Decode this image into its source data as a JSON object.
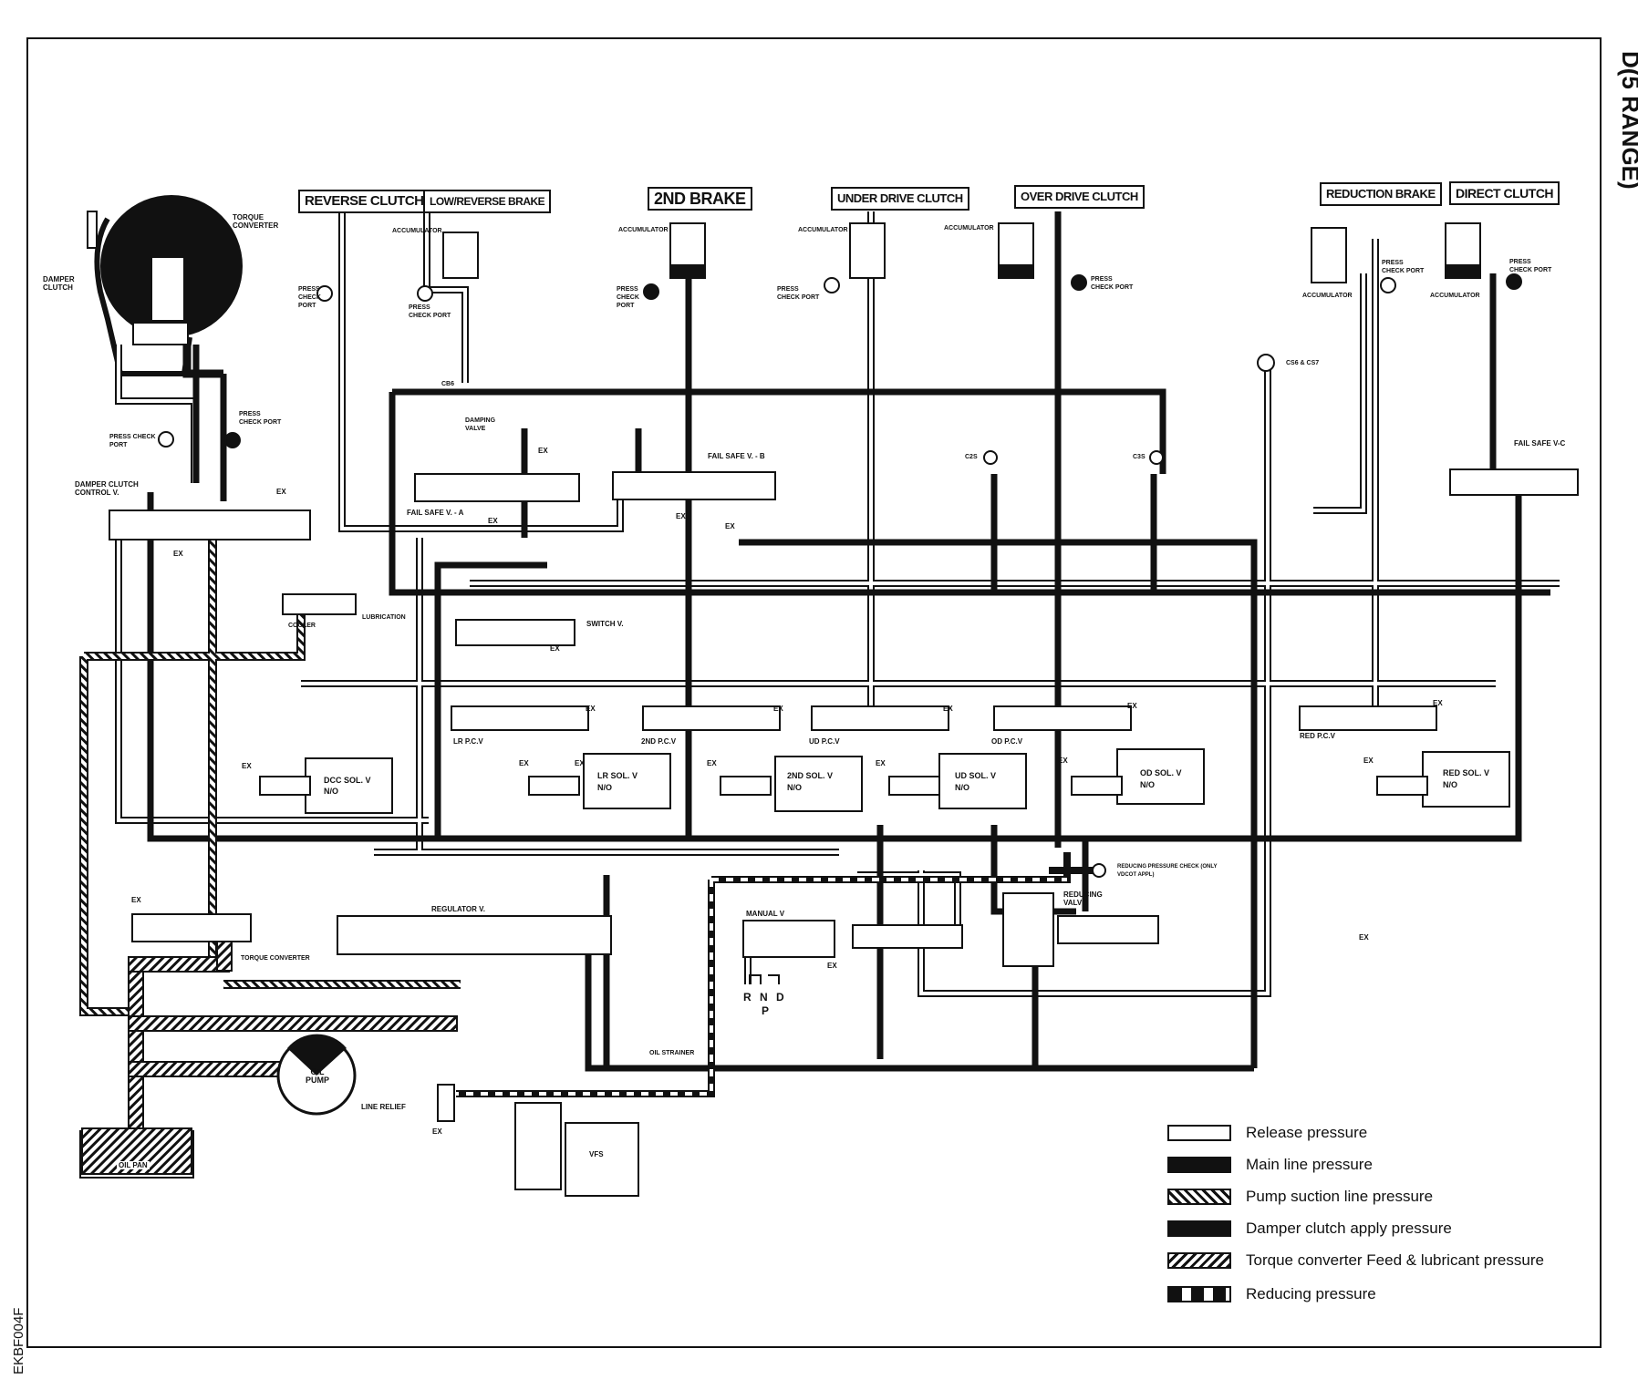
{
  "page": {
    "title": "D(5 RANGE)",
    "figure_code": "EKBF004F"
  },
  "headers": {
    "reverse_clutch": "REVERSE CLUTCH",
    "low_reverse_brake": "LOW/REVERSE BRAKE",
    "second_brake": "2ND BRAKE",
    "under_drive_clutch": "UNDER DRIVE CLUTCH",
    "over_drive_clutch": "OVER DRIVE CLUTCH",
    "reduction_brake": "REDUCTION BRAKE",
    "direct_clutch": "DIRECT CLUTCH"
  },
  "labels": {
    "torque_converter": "TORQUE CONVERTER",
    "damper_clutch": "DAMPER CLUTCH",
    "press_check_port": "PRESS CHECK PORT",
    "damper_clutch_control_v": "DAMPER CLUTCH CONTROL V.",
    "ex": "EX",
    "accumulator": "ACCUMULATOR",
    "cb6": "CB6",
    "damping_valve": "DAMPING VALVE",
    "fail_safe_a": "FAIL SAFE V. - A",
    "fail_safe_b": "FAIL SAFE V. - B",
    "fail_safe_c": "FAIL SAFE  V-C",
    "c2s": "C2S",
    "c3s": "C3S",
    "cs6_cs7": "CS6 & CS7",
    "cooler": "COOLER",
    "lubrication": "LUBRICATION",
    "switch_v": "SWITCH  V.",
    "lr_pcv": "LR P.C.V",
    "nd2_pcv": "2ND P.C.V",
    "ud_pcv": "UD P.C.V",
    "od_pcv": "OD P.C.V",
    "red_pcv": "RED P.C.V",
    "dcc_sol": "DCC SOL. V",
    "lr_sol": "LR SOL. V",
    "nd2_sol": "2ND SOL. V",
    "ud_sol": "UD SOL. V",
    "od_sol": "OD SOL. V",
    "red_sol": "RED SOL. V",
    "no": "N/O",
    "reducing_check": "REDUCING PRESSURE CHECK (ONLY VDCOT APPL)",
    "reducing_valve": "REDUCING VALVE",
    "regulator_v": "REGULATOR  V.",
    "manual_v": "MANUAL  V",
    "torque_converter_low": "TORQUE CONVERTER",
    "rnd": "R N D",
    "p": "P",
    "oil_strainer": "OIL STRAINER",
    "oil_pump": "OIL PUMP",
    "line_relief": "LINE RELIEF",
    "vfs": "VFS",
    "oil_pan": "OIL PAN"
  },
  "legend": [
    {
      "key": "release",
      "text": "Release pressure"
    },
    {
      "key": "main",
      "text": "Main line pressure"
    },
    {
      "key": "suction",
      "text": "Pump suction line pressure"
    },
    {
      "key": "damper",
      "text": "Damper clutch apply pressure"
    },
    {
      "key": "torque",
      "text": "Torque converter Feed & lubricant pressure"
    },
    {
      "key": "reduce",
      "text": "Reducing pressure"
    }
  ],
  "colors": {
    "ink": "#111111",
    "paper": "#ffffff"
  }
}
